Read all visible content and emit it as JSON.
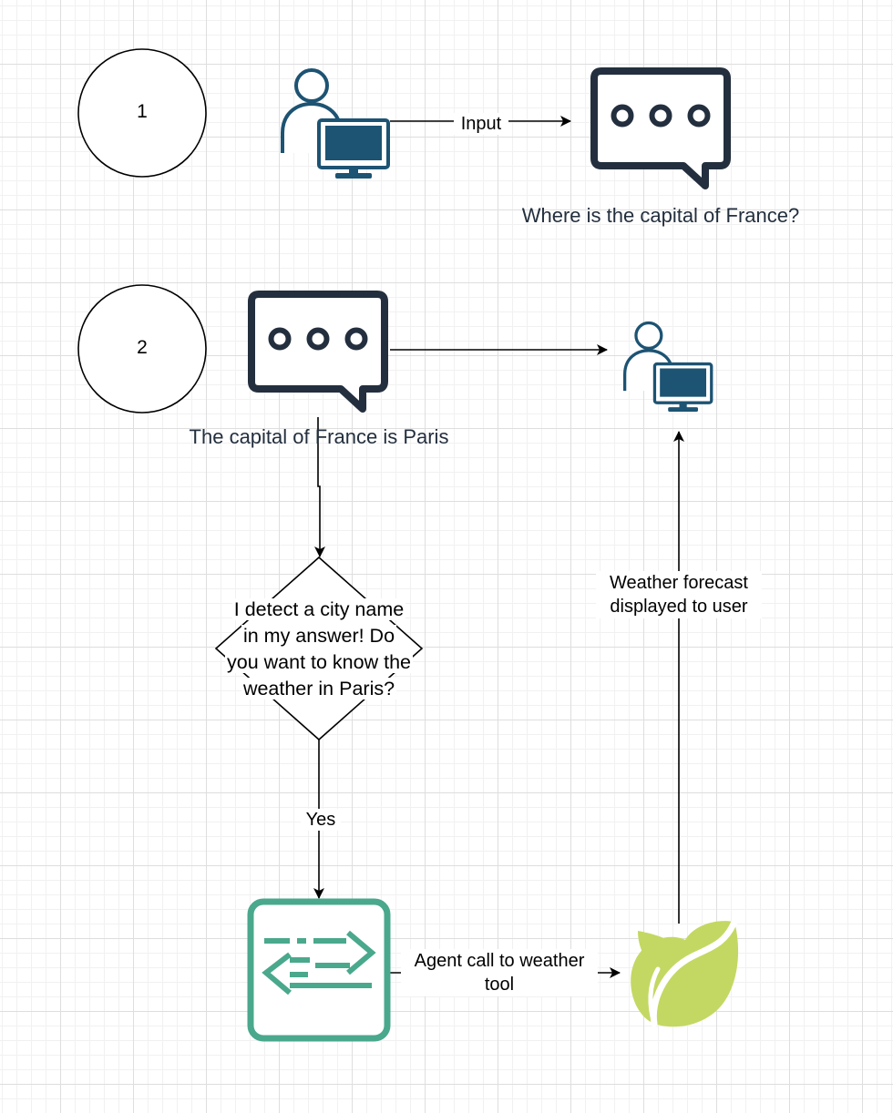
{
  "steps": [
    {
      "number": "1"
    },
    {
      "number": "2"
    }
  ],
  "captions": {
    "question": "Where is the capital of France?",
    "answer": "The capital of France is Paris"
  },
  "edges": {
    "input": "Input",
    "yes": "Yes",
    "agent_call": "Agent call to weather tool",
    "forecast": "Weather forecast displayed to user"
  },
  "decision": {
    "lines": [
      "I detect a city name",
      "in my answer! Do",
      "you want to know the",
      "weather in Paris?"
    ]
  },
  "icons": {
    "user_top": "user-computer-icon",
    "chat_top": "chat-bubble-icon",
    "chat_mid": "chat-bubble-icon",
    "user_mid": "user-computer-icon",
    "tool": "exchange-arrows-icon",
    "weather_tool": "leaf-icon"
  },
  "colors": {
    "user_icon": "#1d5373",
    "chat_icon": "#232f3e",
    "tool_icon": "#4aa88c",
    "leaf_icon": "#c3d862",
    "stroke": "#000000"
  }
}
